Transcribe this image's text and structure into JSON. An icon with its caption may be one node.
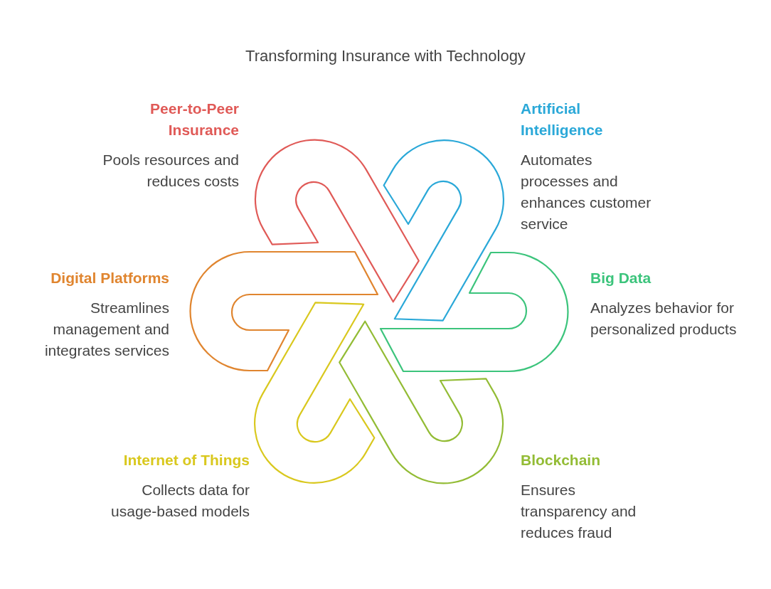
{
  "diagram": {
    "title": "Transforming Insurance with Technology",
    "nodes": [
      {
        "text": [],
        "shape": "hook",
        "beside": [
          "Peer-to-Peer Insurance",
          "Pools resources and reduces costs"
        ]
      },
      {
        "text": [],
        "shape": "hook",
        "beside": [
          "Artificial Intelligence",
          "Automates processes and enhances customer service"
        ]
      },
      {
        "text": [],
        "shape": "hook",
        "beside": [
          "Digital Platforms",
          "Streamlines management and integrates services"
        ]
      },
      {
        "text": [],
        "shape": "hook",
        "beside": [
          "Big Data",
          "Analyzes behavior for personalized products"
        ]
      },
      {
        "text": [],
        "shape": "hook",
        "beside": [
          "Internet of Things",
          "Collects data for usage-based models"
        ]
      },
      {
        "text": [],
        "shape": "hook",
        "beside": [
          "Blockchain",
          "Ensures transparency and reduces fraud"
        ]
      }
    ],
    "edges": []
  }
}
